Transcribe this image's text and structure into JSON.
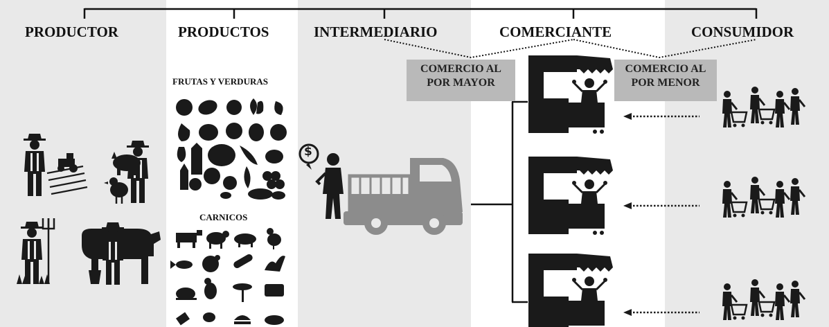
{
  "headers": {
    "productor": "PRODUCTOR",
    "productos": "PRODUCTOS",
    "intermediario": "INTERMEDIARIO",
    "comerciante": "COMERCIANTE",
    "consumidor": "CONSUMIDOR"
  },
  "productos": {
    "frutas_label": "FRUTAS Y VERDURAS",
    "carnicos_label": "CARNICOS"
  },
  "tags": {
    "mayor_line1": "COMERCIO AL",
    "mayor_line2": "POR MAYOR",
    "menor_line1": "COMERCIO AL",
    "menor_line2": "POR MENOR"
  },
  "icons": {
    "coin_symbol": "$",
    "colors": {
      "dark": "#1a1a1a",
      "truck": "#8c8c8c",
      "tag_bg": "#b9b9b9",
      "band": "#e9e9e9"
    }
  }
}
